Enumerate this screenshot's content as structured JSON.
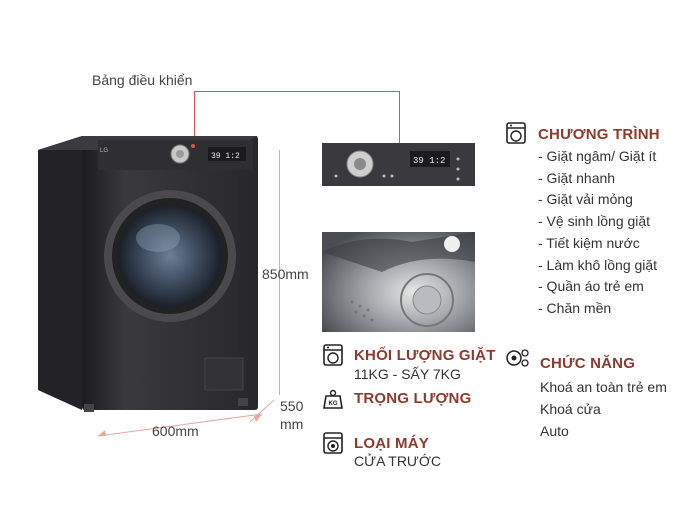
{
  "labels": {
    "control_panel": "Bảng điều khiển",
    "height": "850mm",
    "depth_value": "550",
    "depth_unit": "mm",
    "width": "600mm"
  },
  "machine": {
    "brand": "LG",
    "panel_display": "39 1:2"
  },
  "features": {
    "weight_title": "KHỐI LƯỢNG GIẶT",
    "weight_value": "11KG - SẤY 7KG",
    "mass_title": "TRỌNG LƯỢNG",
    "mass_icon_text": "KG",
    "type_title": "LOẠI MÁY",
    "type_value": "CỬA TRƯỚC"
  },
  "programs": {
    "title": "CHƯƠNG TRÌNH",
    "items": [
      "- Giặt ngâm/ Giặt ít",
      "- Giặt nhanh",
      "- Giặt vải mỏng",
      "- Vệ sinh lồng giặt",
      "- Tiết kiệm nước",
      "- Làm khô lồng giặt",
      "- Quần áo trẻ em",
      "- Chăn mền"
    ]
  },
  "functions": {
    "title": "CHỨC NĂNG",
    "items": [
      "Khoá an toàn trẻ em",
      "Khoá cửa",
      "Auto"
    ]
  },
  "colors": {
    "accent": "#8a3b2e",
    "dimension_line": "#d9534f",
    "machine_body": "#2b2a2e"
  }
}
